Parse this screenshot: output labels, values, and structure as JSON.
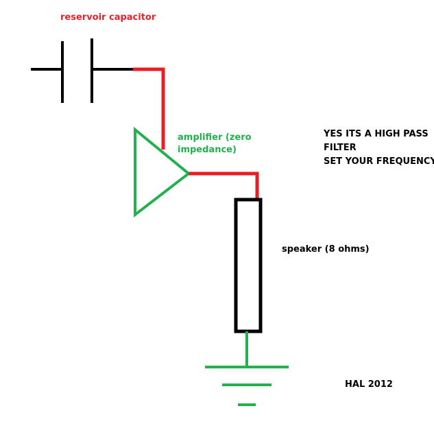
{
  "labels": {
    "capacitor": "reservoir capacitor",
    "amplifier": "amplifier (zero impedance)",
    "speaker": "speaker (8 ohms)",
    "signature": "HAL 2012"
  },
  "note": {
    "line1": "YES ITS A HIGH PASS",
    "line2": "FILTER",
    "line3": "SET YOUR FREQUENCY"
  },
  "colors": {
    "black_wire": "#000000",
    "red_wire": "#ed1c24",
    "green_wire": "#22b14c",
    "capacitor_label": "#e0242a",
    "amplifier_label": "#22b14c"
  }
}
